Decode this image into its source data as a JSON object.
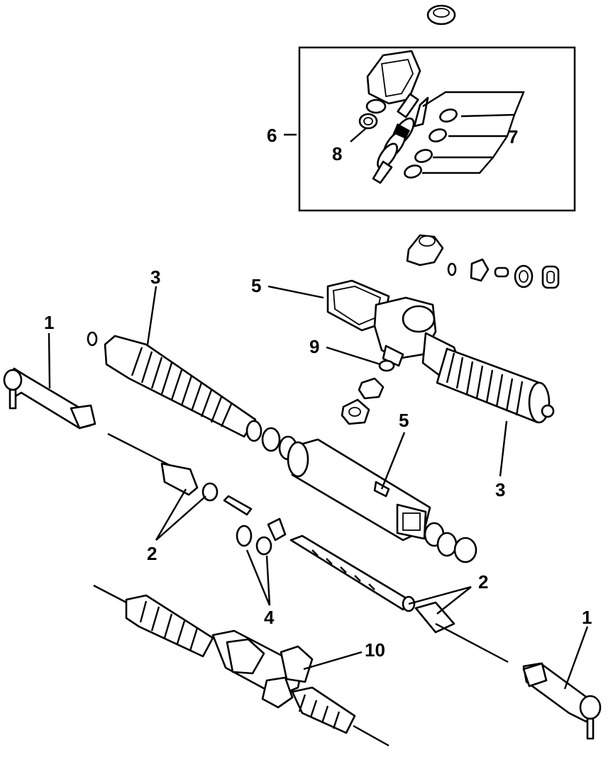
{
  "callouts": [
    {
      "id": "c6",
      "text": "6"
    },
    {
      "id": "c7",
      "text": "7"
    },
    {
      "id": "c8",
      "text": "8"
    },
    {
      "id": "c5a",
      "text": "5"
    },
    {
      "id": "c3a",
      "text": "3"
    },
    {
      "id": "c9",
      "text": "9"
    },
    {
      "id": "c1a",
      "text": "1"
    },
    {
      "id": "c5b",
      "text": "5"
    },
    {
      "id": "c3b",
      "text": "3"
    },
    {
      "id": "c2a",
      "text": "2"
    },
    {
      "id": "c4",
      "text": "4"
    },
    {
      "id": "c2b",
      "text": "2"
    },
    {
      "id": "c10",
      "text": "10"
    },
    {
      "id": "c1b",
      "text": "1"
    }
  ]
}
